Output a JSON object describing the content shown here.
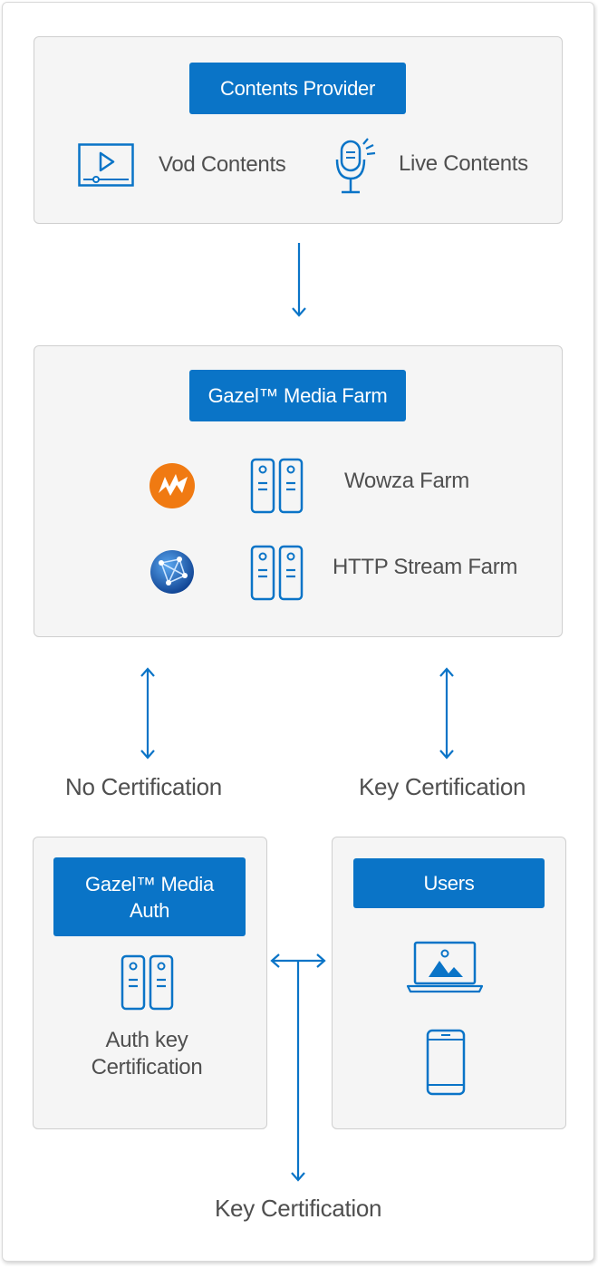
{
  "provider": {
    "title": "Contents Provider",
    "vod_label": "Vod Contents",
    "live_label": "Live Contents"
  },
  "farm": {
    "title": "Gazel™ Media Farm",
    "wowza_label": "Wowza Farm",
    "http_label": "HTTP Stream Farm"
  },
  "connections": {
    "left_label": "No Certification",
    "right_label": "Key Certification",
    "bottom_label": "Key Certification"
  },
  "auth": {
    "title_line1": "Gazel™ Media",
    "title_line2": "Auth",
    "caption_line1": "Auth key",
    "caption_line2": "Certification"
  },
  "users": {
    "title": "Users"
  },
  "colors": {
    "accent": "#0a74c7",
    "panel_bg": "#f5f5f5",
    "text": "#4f4f4f",
    "wowza_orange": "#f07a12"
  },
  "icons": [
    "video-player-icon",
    "microphone-icon",
    "wowza-logo-icon",
    "globe-network-icon",
    "server-icon",
    "laptop-image-icon",
    "smartphone-icon",
    "arrow-icon"
  ]
}
